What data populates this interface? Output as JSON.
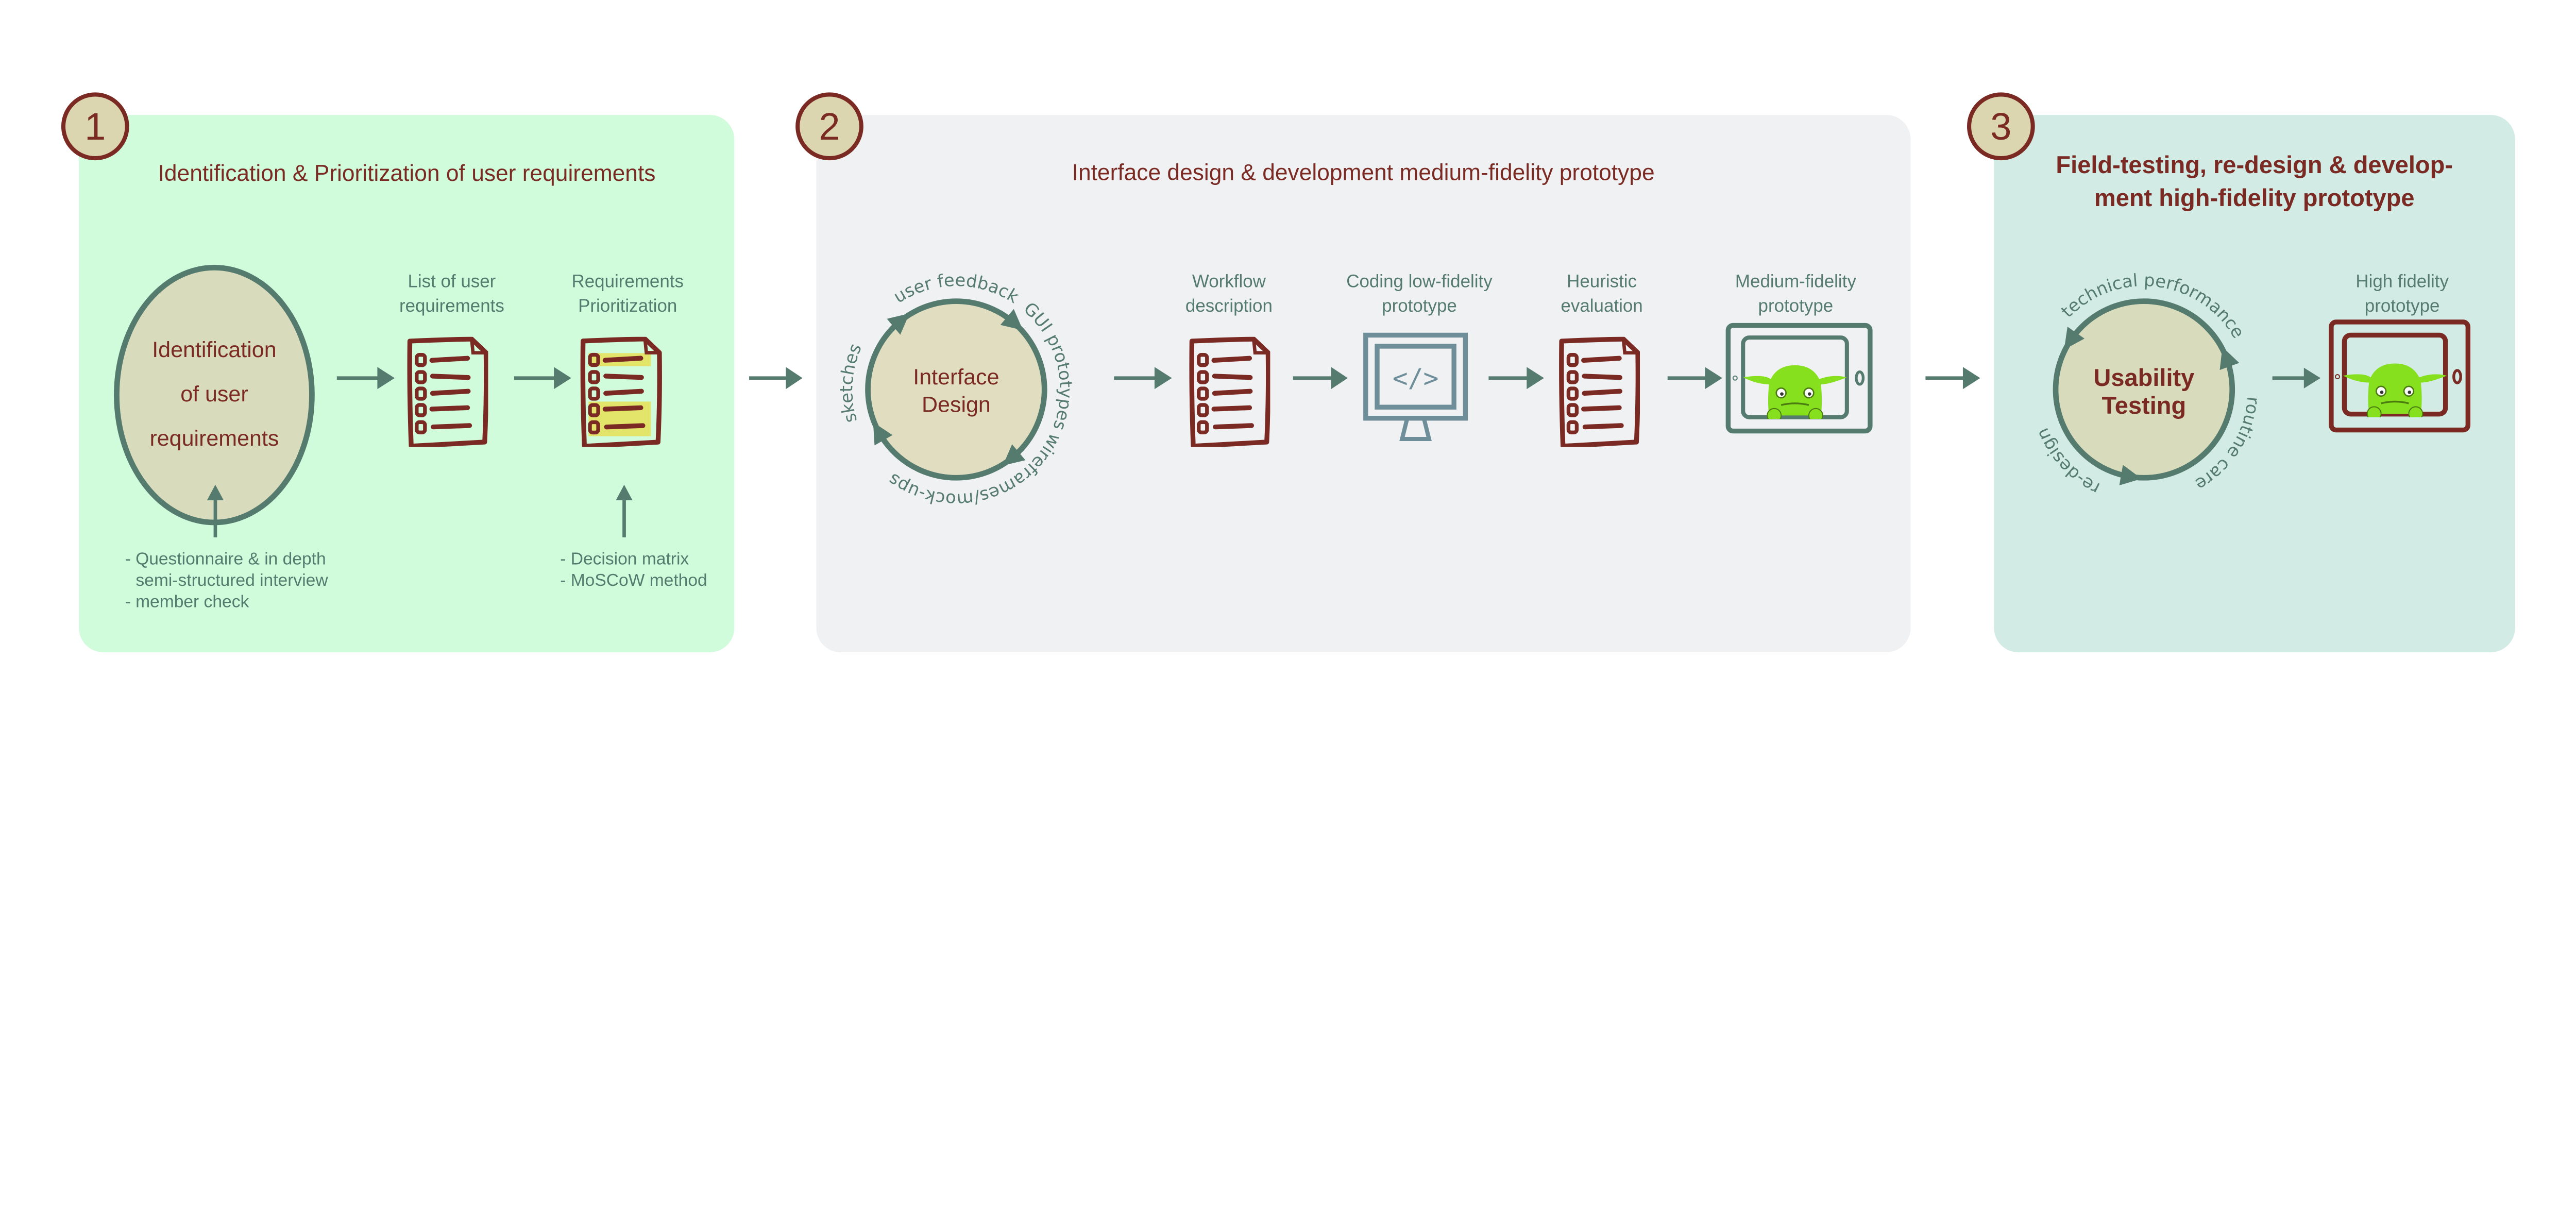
{
  "colors": {
    "accent": "#7a2a22",
    "teal": "#557a6e",
    "panel1": "#d1fcdc",
    "panel2": "#f0f1f3",
    "panel3": "#d3ebe5",
    "badge": "#dbd6b0",
    "monster": "#86e01e"
  },
  "phase1": {
    "number": "1",
    "title": "Identification & Prioritization of user requirements",
    "circle": [
      "Identification",
      "of user",
      "requirements"
    ],
    "list_label": [
      "List of user",
      "requirements"
    ],
    "prio_label": [
      "Requirements",
      "Prioritization"
    ],
    "notes_left": [
      "- Questionnaire & in depth",
      "semi-structured interview",
      "- member check"
    ],
    "notes_right": [
      "- Decision matrix",
      "- MoSCoW method"
    ]
  },
  "phase2": {
    "number": "2",
    "title": "Interface design & development medium-fidelity prototype",
    "circle": [
      "Interface",
      "Design"
    ],
    "cycle": {
      "top": "user feedback",
      "right": "GUI prototypes",
      "bottom": "wireframes/mock-ups",
      "left": "sketches"
    },
    "workflow_label": [
      "Workflow",
      "description"
    ],
    "coding_label": [
      "Coding low-fidelity",
      "prototype"
    ],
    "heuristic_label": [
      "Heuristic",
      "evaluation"
    ],
    "medium_label": [
      "Medium-fidelity",
      "prototype"
    ],
    "code_symbol": "</>"
  },
  "phase3": {
    "number": "3",
    "title": [
      "Field-testing, re-design & develop-",
      "ment high-fidelity prototype"
    ],
    "circle": [
      "Usability",
      "Testing"
    ],
    "cycle": {
      "top": "technical performance",
      "right": "routine care",
      "left": "re-design"
    },
    "high_label": [
      "High fidelity",
      "prototype"
    ]
  }
}
